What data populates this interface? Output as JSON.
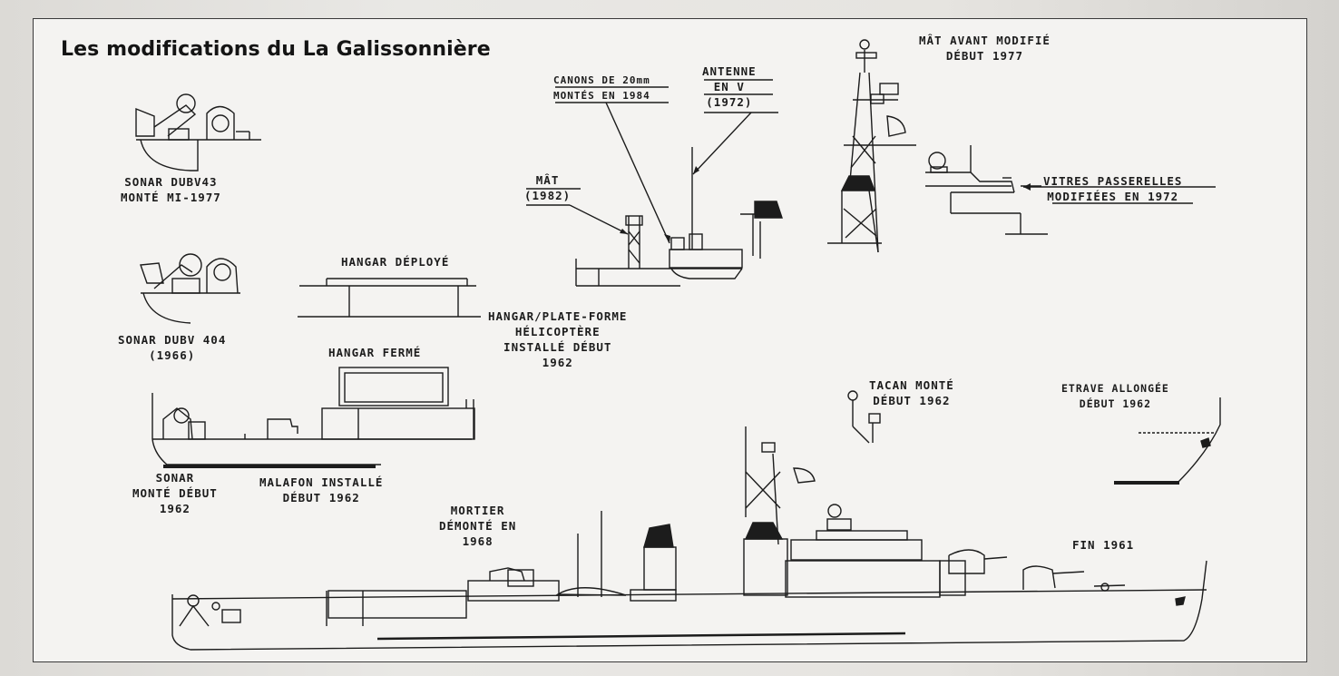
{
  "title": "Les modifications du La Galissonnière",
  "labels": {
    "sonar_dubv43": "SONAR DUBV43\nMONTÉ MI-1977",
    "sonar_dubv404": "SONAR DUBV 404\n(1966)",
    "hangar_deploye": "HANGAR DÉPLOYÉ",
    "hangar_plateforme": "HANGAR/PLATE-FORME\nHÉLICOPTÈRE\nINSTALLÉ DÉBUT\n1962",
    "hangar_ferme": "HANGAR FERMÉ",
    "sonar_1962": "SONAR\nMONTÉ DÉBUT\n1962",
    "malafon": "MALAFON INSTALLÉ\nDÉBUT 1962",
    "canons": "CANONS DE 20mm\nMONTÉS EN 1984",
    "antenne": "ANTENNE\nEN V\n(1972)",
    "mat": "MÂT\n(1982)",
    "mat_avant": "MÂT AVANT MODIFIÉ\nDÉBUT 1977",
    "vitres": "VITRES PASSERELLES\nMODIFIÉES EN 1972",
    "tacan": "TACAN MONTÉ\nDÉBUT 1962",
    "etrave": "ETRAVE ALLONGÉE\nDÉBUT 1962",
    "mortier": "MORTIER\nDÉMONTÉ EN\n1968",
    "fin": "FIN 1961"
  },
  "colors": {
    "ink": "#1c1c1c",
    "paper": "#f4f3f1",
    "background": "#e2e0dc"
  }
}
